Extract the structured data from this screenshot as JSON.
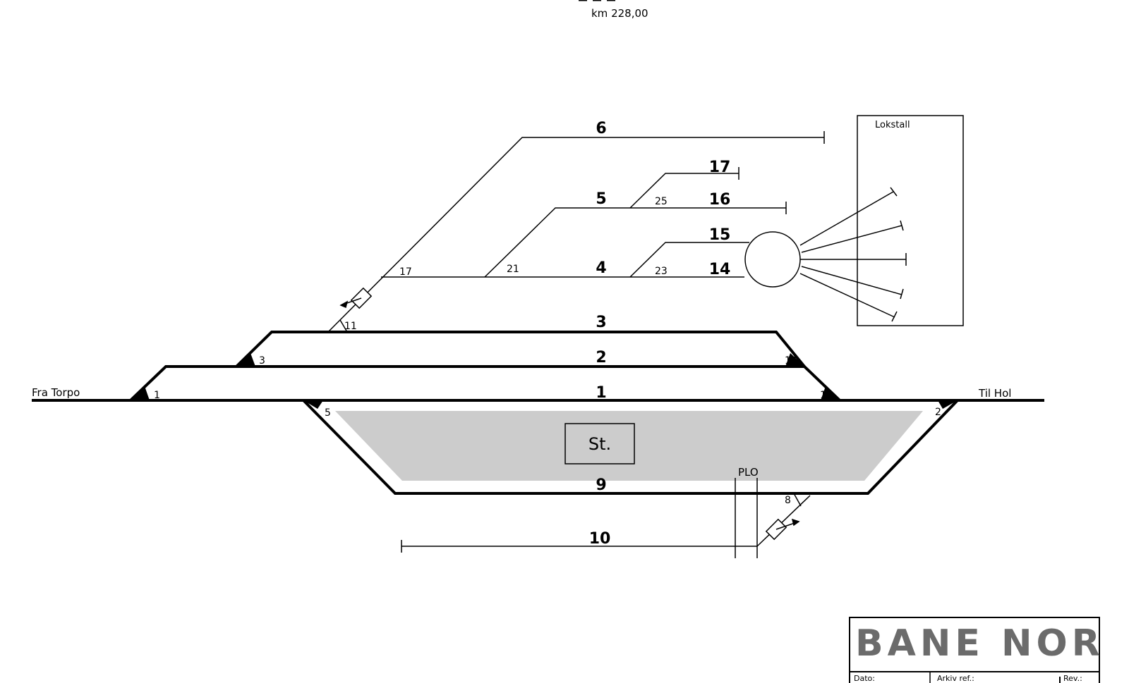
{
  "header": {
    "km": "km 228,00"
  },
  "directions": {
    "from": "Fra Torpo",
    "to": "Til Hol"
  },
  "tracks": {
    "t1": "1",
    "t2": "2",
    "t3": "3",
    "t4": "4",
    "t5": "5",
    "t6": "6",
    "t9": "9",
    "t10": "10",
    "t14": "14",
    "t15": "15",
    "t16": "16",
    "t17": "17"
  },
  "switches": {
    "s1": "1",
    "s2": "2",
    "s3": "3",
    "s5": "5",
    "s8": "8",
    "s10": "10",
    "s11": "11",
    "s14": "14",
    "s17": "17",
    "s21": "21",
    "s23": "23",
    "s25": "25"
  },
  "buildings": {
    "station": "St.",
    "engine_shed": "Lokstall",
    "plo": "PLO"
  },
  "titleblock": {
    "logo": "BANE NOR",
    "date_label": "Dato:",
    "archive_label": "Arkiv ref.:",
    "revision_label": "Rev.:"
  }
}
